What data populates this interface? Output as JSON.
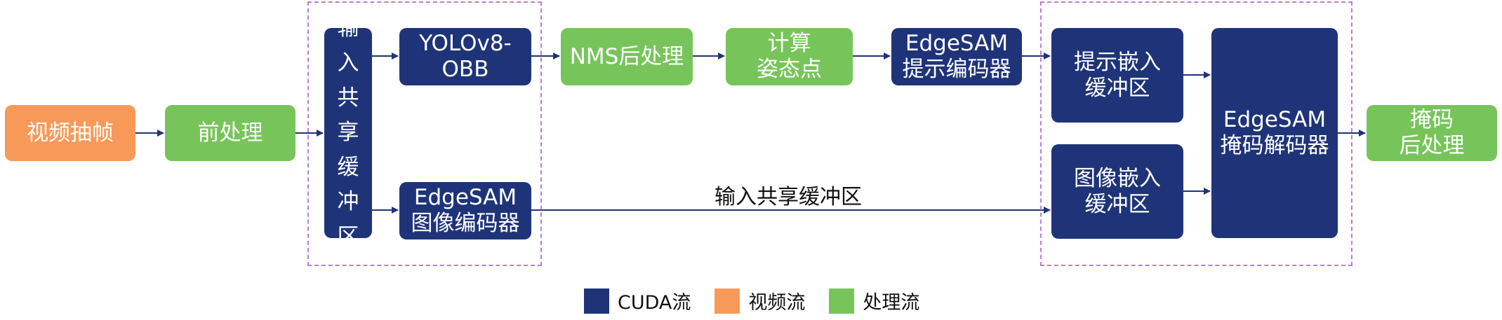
{
  "colors": {
    "cuda": "#1f3478",
    "video": "#f79a59",
    "process": "#77c55a",
    "dash": "#b77ddc",
    "arrow": "#1f3478"
  },
  "nodes": {
    "video_decode": "视频抽帧",
    "preprocess": "前处理",
    "input_buffer": "输\n入\n共\n享\n缓\n冲\n区",
    "yolo": "YOLOv8-\nOBB",
    "nms": "NMS后处理",
    "pose": "计算\n姿态点",
    "prompt_encoder": "EdgeSAM\n提示编码器",
    "prompt_buffer": "提示嵌入\n缓冲区",
    "image_encoder": "EdgeSAM\n图像编码器",
    "image_buffer": "图像嵌入\n缓冲区",
    "mask_decoder": "EdgeSAM\n掩码解码器",
    "mask_post": "掩码\n后处理"
  },
  "edge_labels": {
    "shared_buffer": "输入共享缓冲区"
  },
  "legend": [
    {
      "label": "CUDA流",
      "color": "#1f3478"
    },
    {
      "label": "视频流",
      "color": "#f79a59"
    },
    {
      "label": "处理流",
      "color": "#77c55a"
    }
  ]
}
